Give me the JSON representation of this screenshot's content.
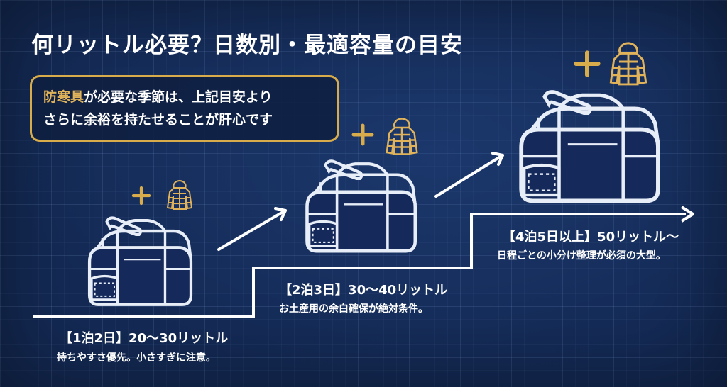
{
  "title": "何リットル必要？日数別・最適容量の目安",
  "note": {
    "highlight": "防寒具",
    "line1_rest": "が必要な季節は、上記目安より",
    "line2": "さらに余裕を持たせることが肝心です"
  },
  "stages": [
    {
      "label": "【1泊2日】20〜30リットル",
      "desc": "持ちやすさ優先。小さすぎに注意。"
    },
    {
      "label": "【2泊3日】30〜40リットル",
      "desc": "お土産用の余白確保が絶対条件。"
    },
    {
      "label": "【4泊5日以上】50リットル〜",
      "desc": "日程ごとの小分け整理が必須の大型。"
    }
  ],
  "icons": {
    "bag": "duffel-bag-icon",
    "plus": "plus-icon",
    "jacket": "down-jacket-icon"
  },
  "colors": {
    "background": "#142a55",
    "accent": "#d9ac4b",
    "line": "#ffffff"
  }
}
